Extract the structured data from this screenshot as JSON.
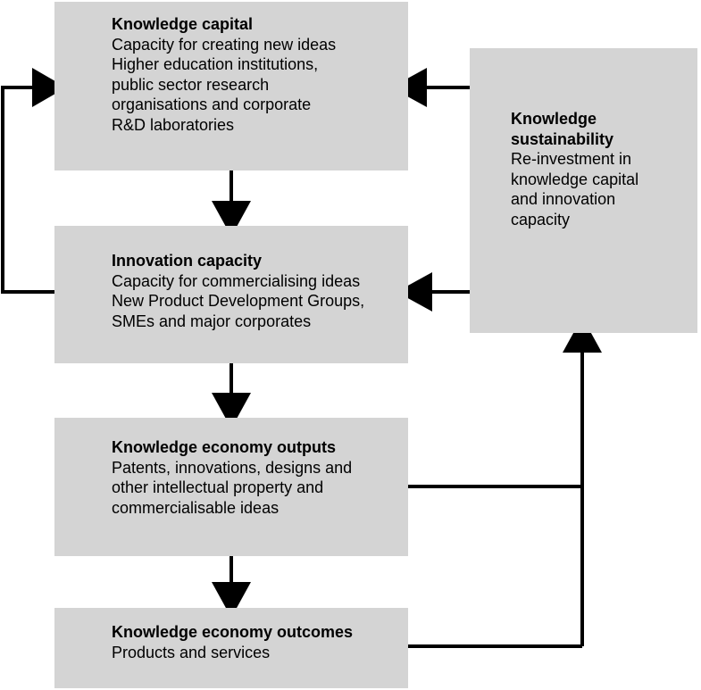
{
  "nodes": {
    "knowledge_capital": {
      "title": "Knowledge capital",
      "lines": [
        "Capacity for creating new ideas",
        "Higher education institutions,",
        "public sector research",
        "organisations and corporate",
        "R&D laboratories"
      ]
    },
    "innovation_capacity": {
      "title": "Innovation capacity",
      "lines": [
        "Capacity for commercialising ideas",
        "New Product Development Groups,",
        "SMEs and major corporates"
      ]
    },
    "outputs": {
      "title": "Knowledge economy outputs",
      "lines": [
        "Patents, innovations, designs and",
        "other intellectual property and",
        "commercialisable ideas"
      ]
    },
    "outcomes": {
      "title": "Knowledge economy outcomes",
      "lines": [
        "Products and services"
      ]
    },
    "sustainability": {
      "title_lines": [
        "Knowledge",
        "sustainability"
      ],
      "lines": [
        "Re-investment in",
        "knowledge capital",
        "and innovation",
        "capacity"
      ]
    }
  },
  "colors": {
    "box_fill": "#d4d4d4",
    "line": "#000000"
  }
}
